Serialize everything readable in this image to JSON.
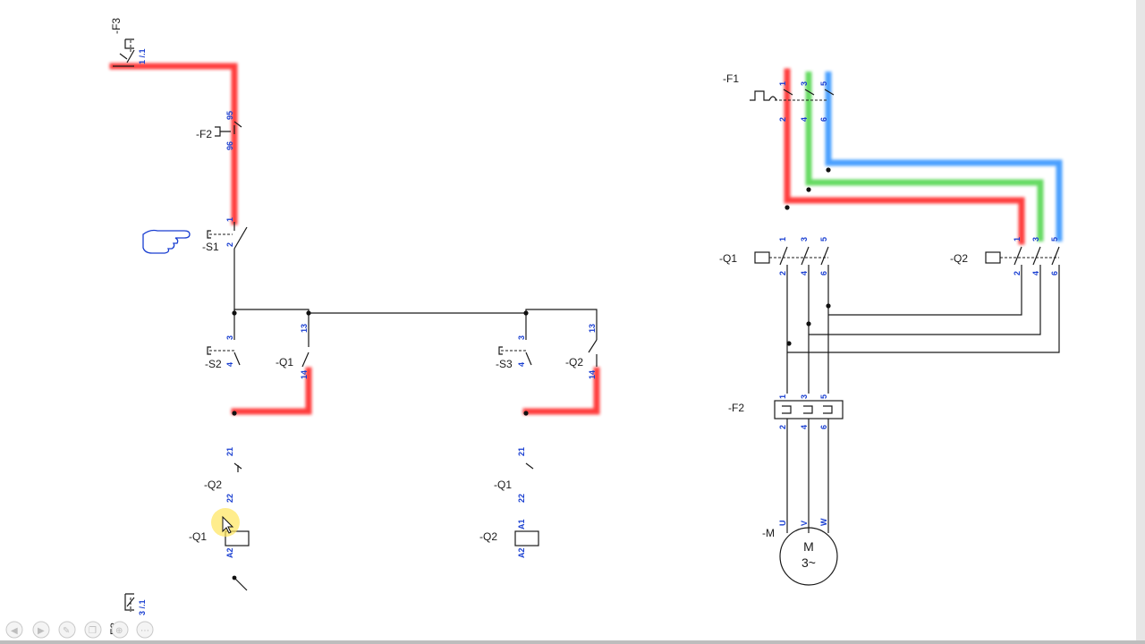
{
  "control_circuit": {
    "labels": {
      "f3_top": "-F3",
      "f3_bottom": "F3",
      "f2": "-F2",
      "s1": "-S1",
      "s2": "-S2",
      "s3": "-S3",
      "q1_aux": "-Q1",
      "q2_aux": "-Q2",
      "q2_interlock": "-Q2",
      "q1_interlock": "-Q1",
      "q1_coil": "-Q1",
      "q2_coil": "-Q2"
    },
    "pins": {
      "f3_top": "1  /.1",
      "f3_bottom": "3  /.1",
      "f2_95": "95",
      "f2_96": "96",
      "s1_1": "1",
      "s1_2": "2",
      "s2_3": "3",
      "s2_4": "4",
      "q1_13": "13",
      "q1_14": "14",
      "s3_3": "3",
      "s3_4": "4",
      "q2_13": "13",
      "q2_14": "14",
      "q2i_21": "21",
      "q2i_22": "22",
      "q1i_21": "21",
      "q1i_22": "22",
      "q1c_a2": "A2",
      "q2c_a1": "A1",
      "q2c_a2": "A2"
    }
  },
  "power_circuit": {
    "labels": {
      "f1": "-F1",
      "q1": "-Q1",
      "q2": "-Q2",
      "f2": "-F2",
      "motor": "-M",
      "motor_line1": "M",
      "motor_line2": "3~"
    },
    "pins": {
      "f1_top": [
        "1",
        "3",
        "5"
      ],
      "f1_bottom": [
        "2",
        "4",
        "6"
      ],
      "q1_top": [
        "1",
        "3",
        "5"
      ],
      "q1_bottom": [
        "2",
        "4",
        "6"
      ],
      "q2_top": [
        "1",
        "3",
        "5"
      ],
      "q2_bottom": [
        "2",
        "4",
        "6"
      ],
      "f2_top": [
        "1",
        "3",
        "5"
      ],
      "f2_bottom": [
        "2",
        "4",
        "6"
      ],
      "motor": [
        "U",
        "V",
        "W"
      ]
    }
  },
  "highlight_colors": {
    "phase1": "#ff1f1f",
    "phase2": "#3fd13a",
    "phase3": "#1e88ff"
  },
  "player_controls": [
    "prev-icon",
    "next-icon",
    "pen-icon",
    "copy-icon",
    "zoom-icon",
    "more-icon"
  ]
}
